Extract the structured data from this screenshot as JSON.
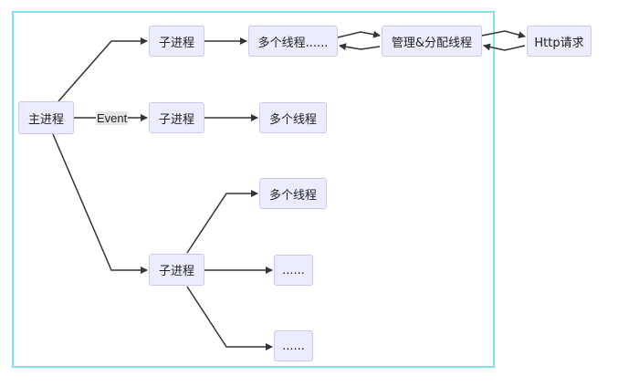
{
  "nodes": {
    "main": "主进程",
    "child1": "子进程",
    "child2": "子进程",
    "child3": "子进程",
    "multi1": "多个线程......",
    "manage": "管理&分配线程",
    "http": "Http请求",
    "multi2": "多个线程",
    "multi3": "多个线程",
    "dots1": "......",
    "dots2": "......"
  },
  "edge_labels": {
    "event": "Event"
  },
  "colors": {
    "node_fill": "#ececff",
    "node_border": "#c9c9f2",
    "edge": "#333333",
    "frame": "#7fe3ee"
  }
}
